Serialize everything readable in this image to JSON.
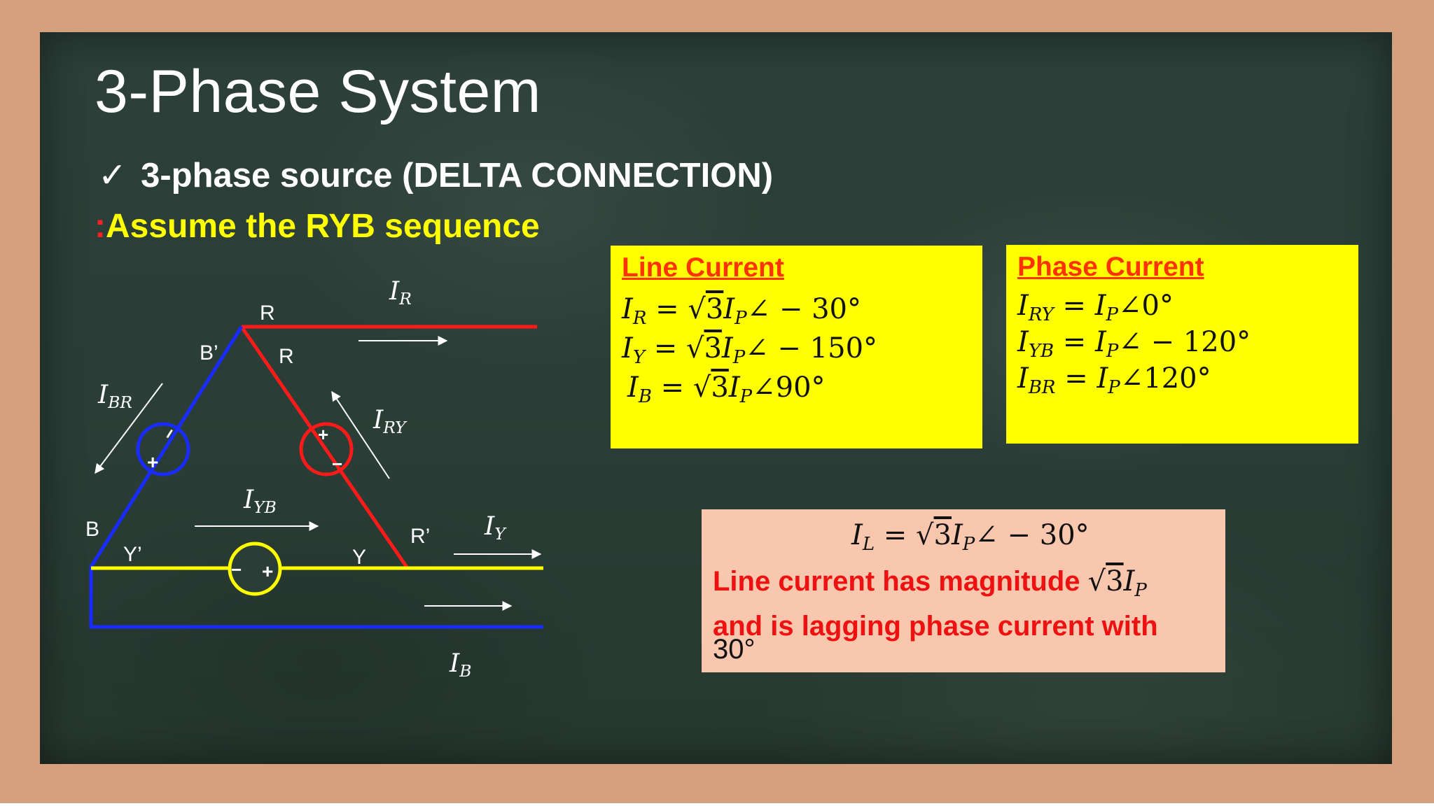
{
  "slide": {
    "title": "3-Phase System",
    "subtitle_check": "✓",
    "subtitle": "3-phase source (DELTA CONNECTION)",
    "assume_colon": ":",
    "assume": "Assume the RYB sequence"
  },
  "line_current": {
    "title": "Line Current",
    "eqs": [
      {
        "sym": "I",
        "sub": "R",
        "sqrt": "√",
        "num": "3",
        "rest": "I",
        "rsub": "P",
        "angle": "∠ − 30°"
      },
      {
        "sym": "I",
        "sub": "Y",
        "sqrt": "√",
        "num": "3",
        "rest": "I",
        "rsub": "P",
        "angle": "∠ − 150°"
      },
      {
        "sym": "I",
        "sub": "B",
        "sqrt": "√",
        "num": "3",
        "rest": "I",
        "rsub": "P",
        "angle": "∠90°"
      }
    ]
  },
  "phase_current": {
    "title": "Phase Current",
    "eqs": [
      {
        "sym": "I",
        "sub": "RY",
        "rest": "I",
        "rsub": "P",
        "angle": "∠0°"
      },
      {
        "sym": "I",
        "sub": "YB",
        "rest": "I",
        "rsub": "P",
        "angle": "∠ − 120°"
      },
      {
        "sym": "I",
        "sub": "BR",
        "rest": "I",
        "rsub": "P",
        "angle": "∠120°"
      }
    ]
  },
  "note": {
    "eq": {
      "sym": "I",
      "sub": "L",
      "sqrt": "√",
      "num": "3",
      "rest": "I",
      "rsub": "P",
      "angle": "∠ − 30°"
    },
    "line1": "Line current has magnitude",
    "line1_math": {
      "sqrt": "√",
      "num": "3",
      "rest": "I",
      "rsub": "P"
    },
    "line2": "and is lagging phase current with",
    "line3": "30°"
  },
  "diagram": {
    "nodes": {
      "R_top": "R",
      "R_inner": "R",
      "B_prime": "B’",
      "B": "B",
      "Y_prime": "Y’",
      "Y": "Y",
      "R_prime": "R’"
    },
    "currents": {
      "IR": {
        "sym": "I",
        "sub": "R"
      },
      "IRY": {
        "sym": "I",
        "sub": "RY"
      },
      "IBR": {
        "sym": "I",
        "sub": "BR"
      },
      "IYB": {
        "sym": "I",
        "sub": "YB"
      },
      "IY": {
        "sym": "I",
        "sub": "Y"
      },
      "IB": {
        "sym": "I",
        "sub": "B"
      }
    },
    "polarity": {
      "plus": "+",
      "minus": "−"
    },
    "colors": {
      "red": "#ff1a1a",
      "yellow": "#ffff00",
      "blue": "#1a2bff",
      "white": "#ffffff"
    }
  }
}
